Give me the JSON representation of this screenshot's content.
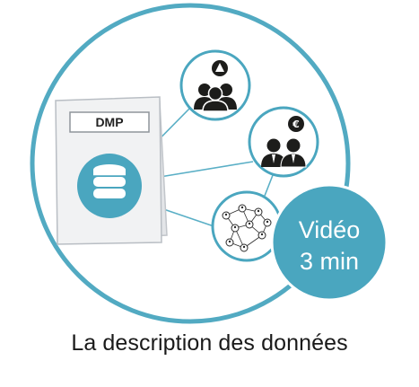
{
  "document": {
    "label": "DMP"
  },
  "badge": {
    "line1": "Vidéo",
    "line2": "3 min"
  },
  "caption": "La description des données",
  "colors": {
    "teal": "#4aa6bf",
    "ring": "#52aac2",
    "doc_fill": "#f1f2f3",
    "doc_border": "#b9bec4",
    "people": "#1d1d1b",
    "badge_text": "#ffffff"
  },
  "icons": {
    "document": "document-icon",
    "database": "database-icon",
    "group_alert": "people-group-warning-icon",
    "group_money": "business-people-euro-icon",
    "network": "people-network-icon"
  }
}
